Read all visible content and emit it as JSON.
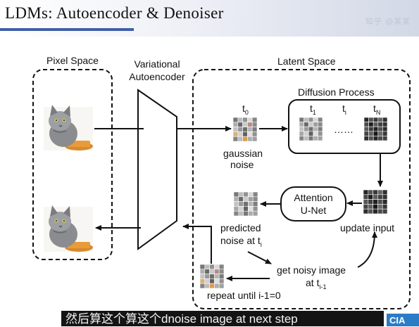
{
  "slide": {
    "title": "LDMs: Autoencoder & Denoiser",
    "watermark": "知乎 @某某"
  },
  "diagram": {
    "pixel_space_label": "Pixel Space",
    "vae_label_line1": "Variational",
    "vae_label_line2": "Autoencoder",
    "latent_space_label": "Latent Space",
    "diffusion_process_label": "Diffusion Process",
    "t0": "t",
    "t0_sub": "0",
    "t1": "t",
    "t1_sub": "1",
    "ti": "t",
    "ti_sub": "i",
    "tN": "t",
    "tN_sub": "N",
    "dots": "……",
    "gaussian_line1": "gaussian",
    "gaussian_line2": "noise",
    "attention_line1": "Attention",
    "attention_line2": "U-Net",
    "update_input": "update input",
    "predicted_line1": "predicted",
    "predicted_line2": "noise at t",
    "predicted_sub": "i",
    "noisy_line1": "get noisy image",
    "noisy_line2": "at t",
    "noisy_sub": "i-1",
    "repeat": "repeat until i-1=0"
  },
  "subtitle": {
    "text": "然后算这个算这个dnoise image at next step"
  },
  "logo": {
    "text": "CIA"
  }
}
